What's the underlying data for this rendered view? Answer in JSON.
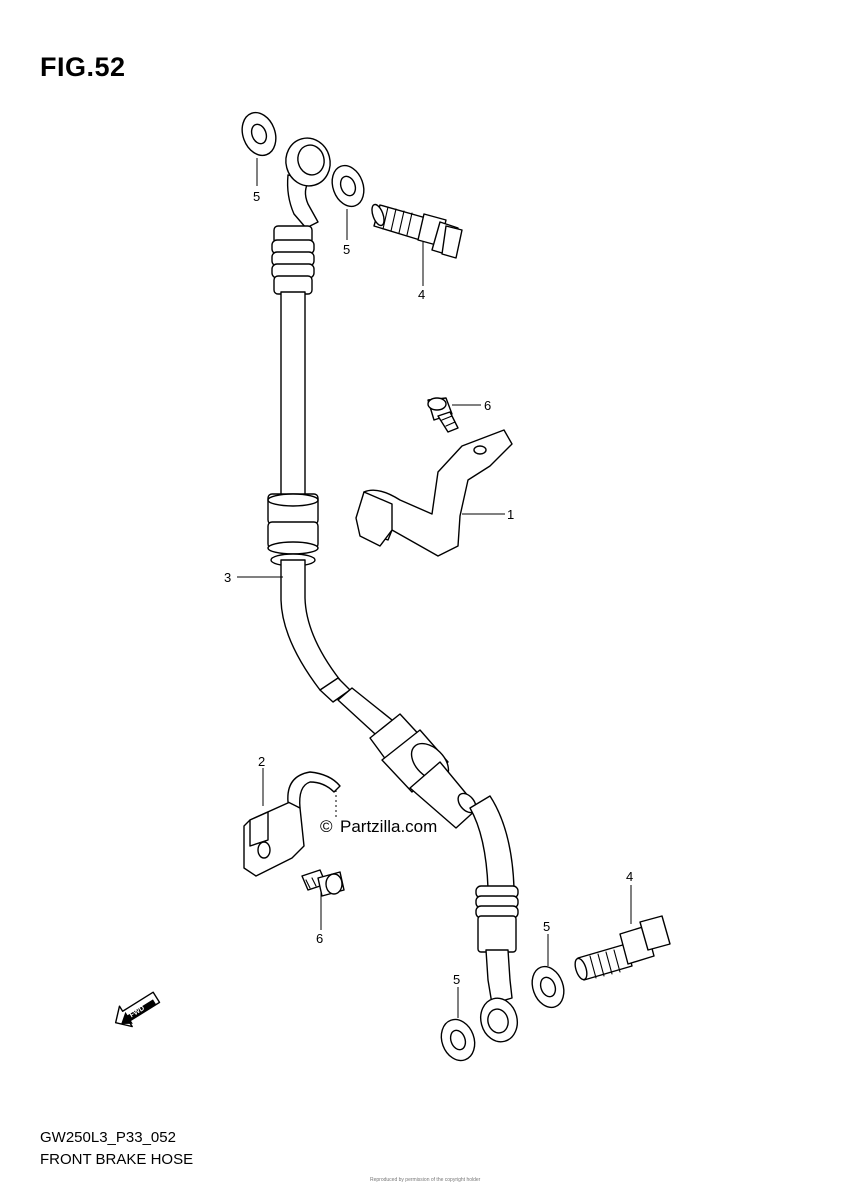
{
  "figure": {
    "title": "FIG.52",
    "model_code": "GW250L3_P33_052",
    "assembly_name": "FRONT BRAKE HOSE",
    "watermark": "Partzilla.com",
    "watermark_symbol": "©",
    "fwd_label": "FWD",
    "fine_print": "Reproduced by permission of the copyright holder"
  },
  "callouts": [
    {
      "key": "c5a",
      "label": "5",
      "part": "washer"
    },
    {
      "key": "c5b",
      "label": "5",
      "part": "washer"
    },
    {
      "key": "c4a",
      "label": "4",
      "part": "union-bolt"
    },
    {
      "key": "c6a",
      "label": "6",
      "part": "bolt"
    },
    {
      "key": "c1",
      "label": "1",
      "part": "bracket"
    },
    {
      "key": "c3",
      "label": "3",
      "part": "front-brake-hose"
    },
    {
      "key": "c2",
      "label": "2",
      "part": "clamp"
    },
    {
      "key": "c6b",
      "label": "6",
      "part": "bolt"
    },
    {
      "key": "c4b",
      "label": "4",
      "part": "union-bolt"
    },
    {
      "key": "c5c",
      "label": "5",
      "part": "washer"
    },
    {
      "key": "c5d",
      "label": "5",
      "part": "washer"
    }
  ]
}
